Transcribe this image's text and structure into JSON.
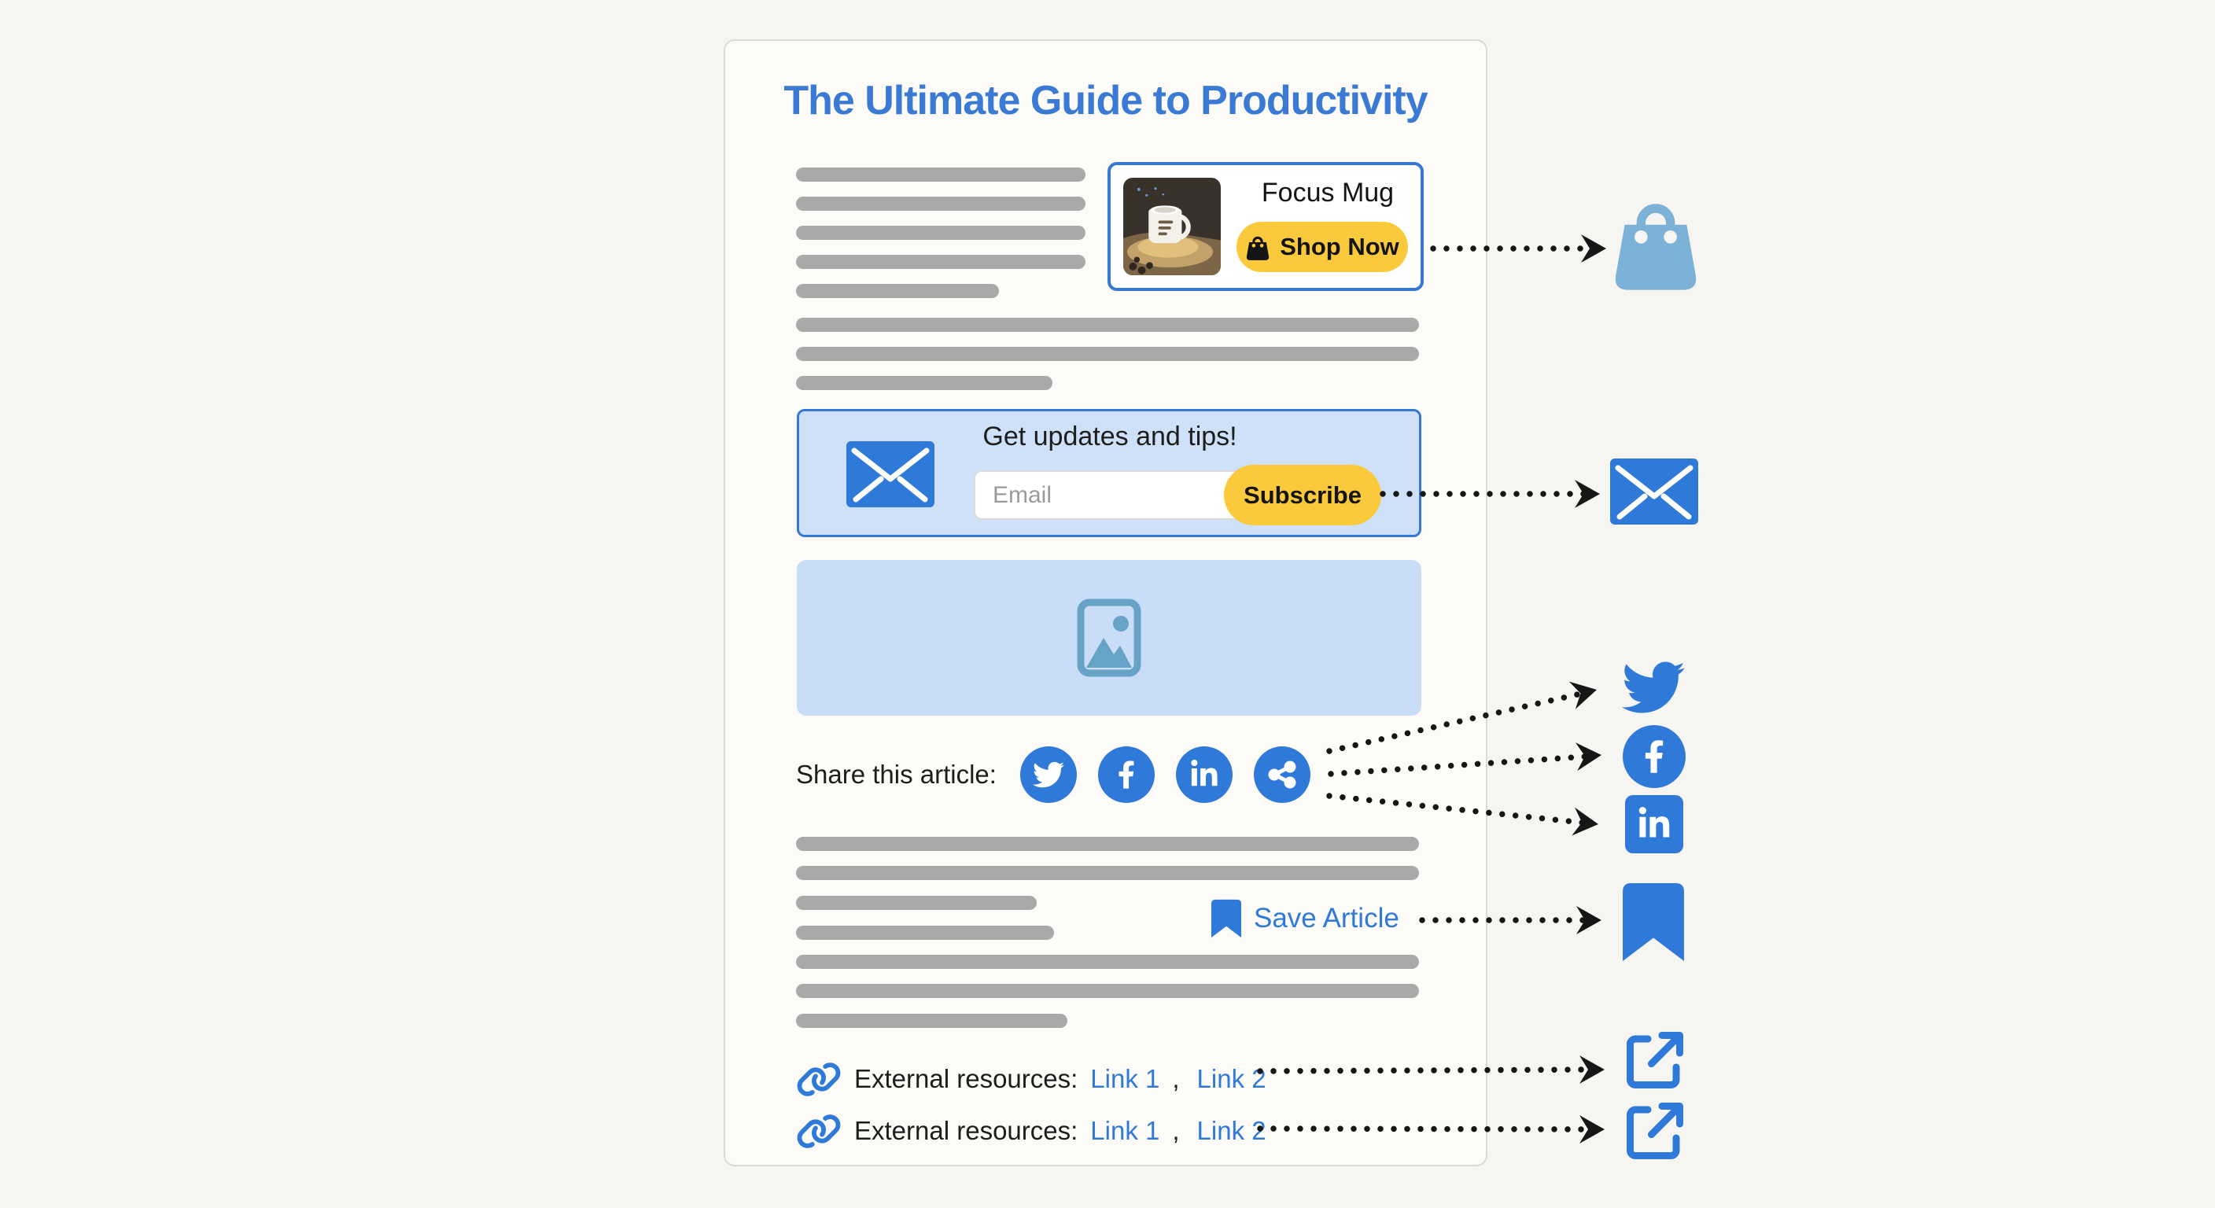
{
  "article": {
    "title": "The Ultimate Guide to Productivity",
    "product_card": {
      "name": "Focus Mug",
      "cta_label": "Shop Now"
    },
    "newsletter": {
      "heading": "Get updates and tips!",
      "email_placeholder": "Email",
      "cta_label": "Subscribe"
    },
    "share": {
      "label": "Share this article:",
      "buttons": [
        "twitter",
        "facebook",
        "linkedin",
        "share"
      ]
    },
    "save": {
      "label": "Save Article"
    },
    "resources": [
      {
        "label": "External resources:",
        "link1": "Link 1",
        "separator": ",",
        "link2": "Link 2"
      },
      {
        "label": "External resources:",
        "link1": "Link 1",
        "separator": ",",
        "link2": "Link 2"
      }
    ]
  },
  "annotation_icons": [
    "shopping-bag",
    "envelope",
    "twitter",
    "facebook",
    "linkedin",
    "bookmark",
    "external-link",
    "external-link"
  ],
  "colors": {
    "title_blue": "#3b7ad4",
    "primary_blue": "#2f7ad8",
    "border_blue": "#3578d6",
    "accent_yellow": "#fbca3c",
    "newsletter_bg": "#cfe1f8",
    "placeholder_bg": "#c9ddf6",
    "placeholder_icon": "#67a3c6",
    "bag_icon_blue": "#7cb2d7",
    "bar_gray": "#a9a9a9",
    "arrow_black": "#161616",
    "page_bg": "#f7f5f1",
    "card_bg": "#fcfbf8"
  }
}
